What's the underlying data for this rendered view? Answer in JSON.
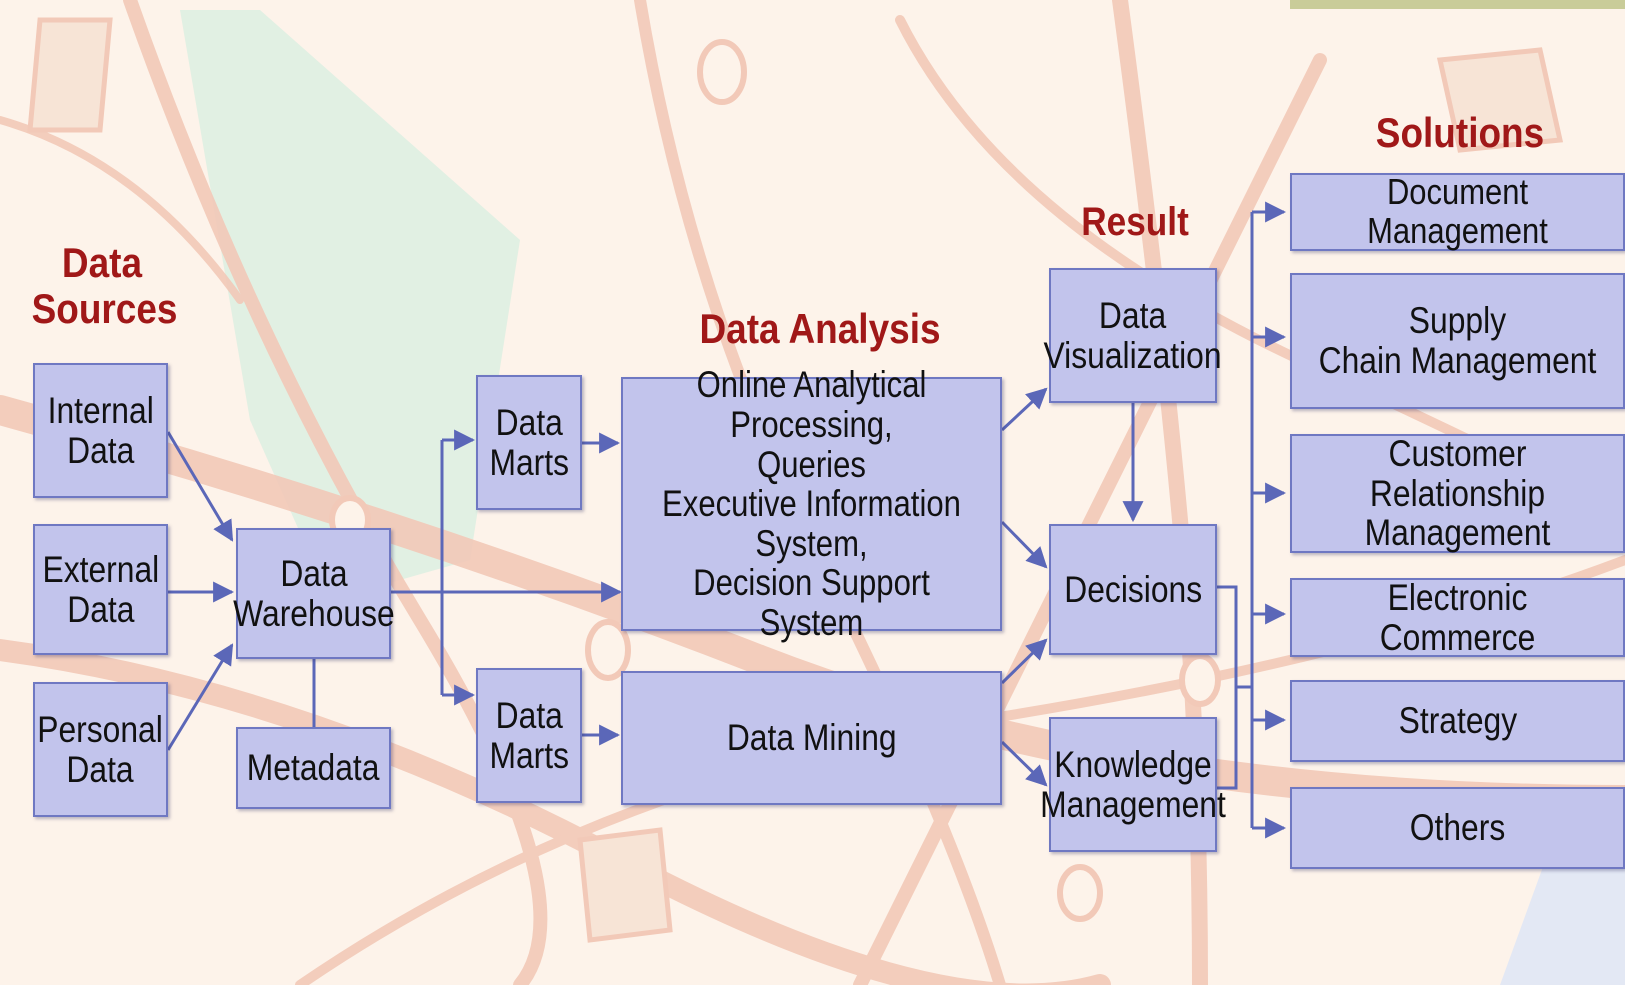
{
  "colors": {
    "background": "#fdf3ea",
    "heading": "#a01818",
    "box_fill": "#c2c4ec",
    "box_border": "#6f78c2",
    "arrow": "#5b67b8",
    "road": "#f2c9b8",
    "green_area": "#dcefe2"
  },
  "headings": {
    "data_sources": "Data\nSources",
    "data_analysis": "Data Analysis",
    "result": "Result",
    "solutions": "Solutions"
  },
  "nodes": {
    "internal_data": "Internal\nData",
    "external_data": "External\nData",
    "personal_data": "Personal\nData",
    "data_warehouse": "Data\nWarehouse",
    "metadata": "Metadata",
    "data_marts_top": "Data\nMarts",
    "data_marts_bottom": "Data\nMarts",
    "olap": "Online Analytical Processing,\nQueries\nExecutive Information System,\nDecision Support System",
    "data_mining": "Data Mining",
    "data_visualization": "Data\nVisualization",
    "decisions": "Decisions",
    "knowledge_management": "Knowledge\nManagement",
    "document_management": "Document Management",
    "supply_chain": "Supply\nChain Management",
    "crm": "Customer Relationship\nManagement",
    "ecommerce": "Electronic Commerce",
    "strategy": "Strategy",
    "others": "Others"
  }
}
